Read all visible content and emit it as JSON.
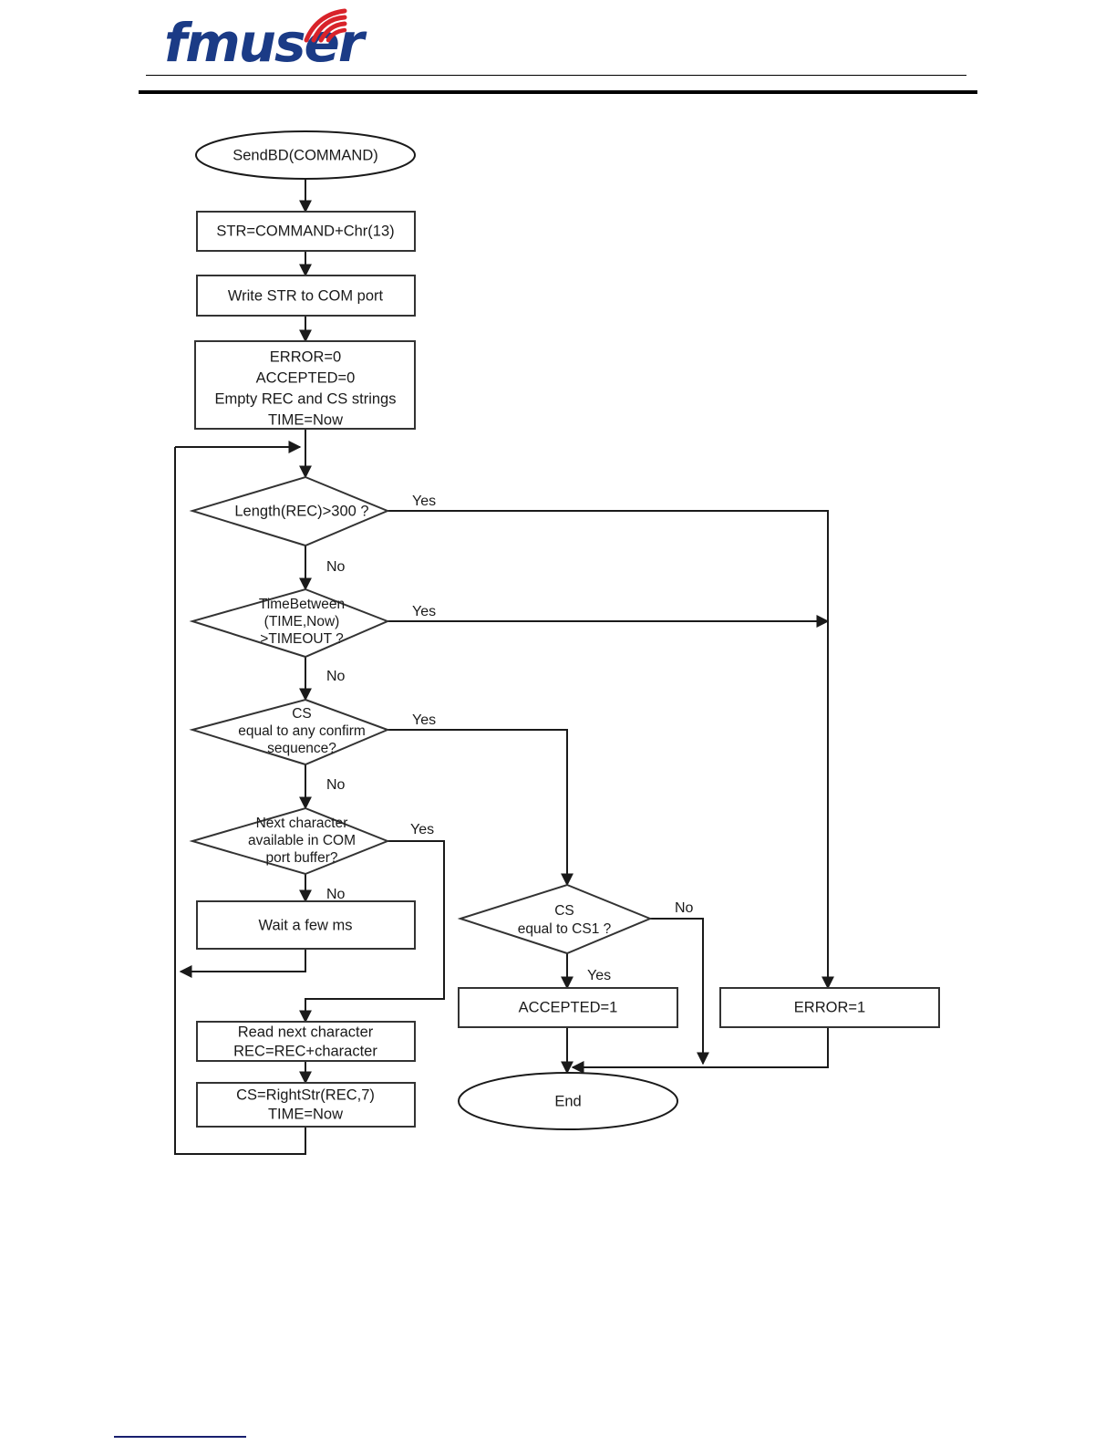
{
  "header": {
    "logo_text": "fmuser",
    "logo_color": "#1b3b86",
    "logo_arc_color": "#d8232a",
    "rule_color": "#000000"
  },
  "footer": {
    "rule_color": "#181f6e"
  },
  "chart_data": {
    "type": "diagram",
    "title": "SendBD(COMMAND) flowchart",
    "nodes": [
      {
        "id": "start",
        "shape": "terminator",
        "lines": [
          "SendBD(COMMAND)"
        ]
      },
      {
        "id": "str",
        "shape": "process",
        "lines": [
          "STR=COMMAND+Chr(13)"
        ]
      },
      {
        "id": "write",
        "shape": "process",
        "lines": [
          "Write STR to COM port"
        ]
      },
      {
        "id": "init",
        "shape": "process",
        "lines": [
          "ERROR=0",
          "ACCEPTED=0",
          "Empty REC and CS strings",
          "TIME=Now"
        ]
      },
      {
        "id": "len",
        "shape": "decision",
        "lines": [
          "Length(REC)>300 ?"
        ]
      },
      {
        "id": "timeout",
        "shape": "decision",
        "lines": [
          "TimeBetween",
          "(TIME,Now)",
          ">TIMEOUT ?"
        ]
      },
      {
        "id": "confirm",
        "shape": "decision",
        "lines": [
          "CS",
          "equal to any confirm",
          "sequence?"
        ]
      },
      {
        "id": "nextchar",
        "shape": "decision",
        "lines": [
          "Next character",
          "available in COM",
          "port buffer?"
        ]
      },
      {
        "id": "wait",
        "shape": "process",
        "lines": [
          "Wait a few ms"
        ]
      },
      {
        "id": "read",
        "shape": "process",
        "lines": [
          "Read next character",
          "REC=REC+character"
        ]
      },
      {
        "id": "rightstr",
        "shape": "process",
        "lines": [
          "CS=RightStr(REC,7)",
          "TIME=Now"
        ]
      },
      {
        "id": "cs1",
        "shape": "decision",
        "lines": [
          "CS",
          "equal to CS1 ?"
        ]
      },
      {
        "id": "accepted",
        "shape": "process",
        "lines": [
          "ACCEPTED=1"
        ]
      },
      {
        "id": "error",
        "shape": "process",
        "lines": [
          "ERROR=1"
        ]
      },
      {
        "id": "end",
        "shape": "terminator",
        "lines": [
          "End"
        ]
      }
    ],
    "edges": [
      {
        "from": "start",
        "to": "str",
        "label": ""
      },
      {
        "from": "str",
        "to": "write",
        "label": ""
      },
      {
        "from": "write",
        "to": "init",
        "label": ""
      },
      {
        "from": "init",
        "to": "len",
        "label": ""
      },
      {
        "from": "len",
        "to": "error",
        "label": "Yes"
      },
      {
        "from": "len",
        "to": "timeout",
        "label": "No"
      },
      {
        "from": "timeout",
        "to": "error",
        "label": "Yes"
      },
      {
        "from": "timeout",
        "to": "confirm",
        "label": "No"
      },
      {
        "from": "confirm",
        "to": "cs1",
        "label": "Yes"
      },
      {
        "from": "confirm",
        "to": "nextchar",
        "label": "No"
      },
      {
        "from": "nextchar",
        "to": "read",
        "label": "Yes"
      },
      {
        "from": "nextchar",
        "to": "wait",
        "label": "No"
      },
      {
        "from": "wait",
        "to": "len",
        "label": ""
      },
      {
        "from": "read",
        "to": "rightstr",
        "label": ""
      },
      {
        "from": "rightstr",
        "to": "len",
        "label": ""
      },
      {
        "from": "cs1",
        "to": "accepted",
        "label": "Yes"
      },
      {
        "from": "cs1",
        "to": "end",
        "label": "No"
      },
      {
        "from": "accepted",
        "to": "end",
        "label": ""
      },
      {
        "from": "error",
        "to": "end",
        "label": ""
      }
    ],
    "labels": {
      "start": "SendBD(COMMAND)",
      "str": "STR=COMMAND+Chr(13)",
      "write": "Write STR to COM port",
      "init_l1": "ERROR=0",
      "init_l2": "ACCEPTED=0",
      "init_l3": "Empty REC and CS strings",
      "init_l4": "TIME=Now",
      "len": "Length(REC)>300 ?",
      "timeout_l1": "TimeBetween",
      "timeout_l2": "(TIME,Now)",
      "timeout_l3": ">TIMEOUT ?",
      "confirm_l1": "CS",
      "confirm_l2": "equal to any confirm",
      "confirm_l3": "sequence?",
      "nextchar_l1": "Next character",
      "nextchar_l2": "available in COM",
      "nextchar_l3": "port buffer?",
      "wait": "Wait a few ms",
      "read_l1": "Read next character",
      "read_l2": "REC=REC+character",
      "rightstr_l1": "CS=RightStr(REC,7)",
      "rightstr_l2": "TIME=Now",
      "cs1_l1": "CS",
      "cs1_l2": "equal to CS1 ?",
      "accepted": "ACCEPTED=1",
      "error": "ERROR=1",
      "end": "End",
      "yes_len": "Yes",
      "no_len": "No",
      "yes_timeout": "Yes",
      "no_timeout": "No",
      "yes_confirm": "Yes",
      "no_confirm": "No",
      "yes_nextchar": "Yes",
      "no_nextchar": "No",
      "yes_cs1": "Yes",
      "no_cs1": "No"
    }
  }
}
